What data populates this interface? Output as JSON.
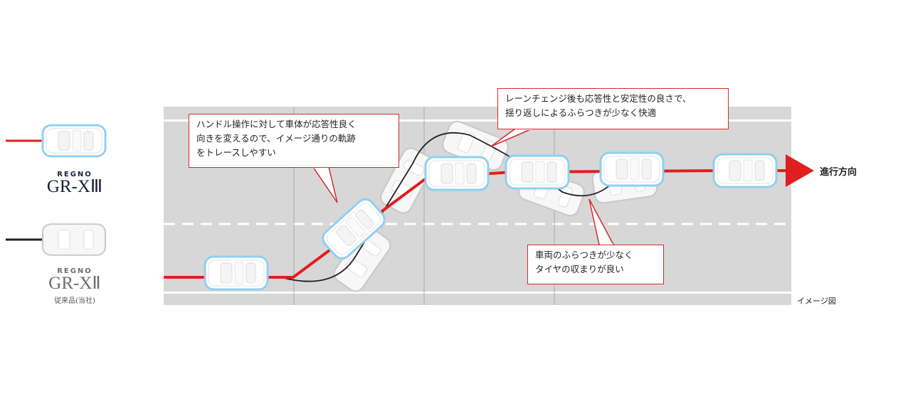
{
  "legend": {
    "new": {
      "brand": "REGNO",
      "model": "GR-XⅢ",
      "line_color": "#e01e1e"
    },
    "old": {
      "brand": "REGNO",
      "model": "GR-XⅡ",
      "note": "従来品(当社)",
      "line_color": "#222222"
    }
  },
  "callouts": {
    "response": {
      "line1": "ハンドル操作に対して車体が応答性良く",
      "line2": "向きを変えるので、イメージ通りの軌跡",
      "line3": "をトレースしやすい"
    },
    "stability": {
      "line1": "レーンチェンジ後も応答性と安定性の良さで、",
      "line2": "揺り返しによるふらつきが少なく快適"
    },
    "grip": {
      "line1": "車両のふらつきが少なく",
      "line2": "タイヤの収まりが良い"
    }
  },
  "direction_label": "進行方向",
  "image_note": "イメージ図",
  "colors": {
    "road": "#d7d7d7",
    "accent": "#e01e1e",
    "car_outline": "#8fd0f2"
  }
}
